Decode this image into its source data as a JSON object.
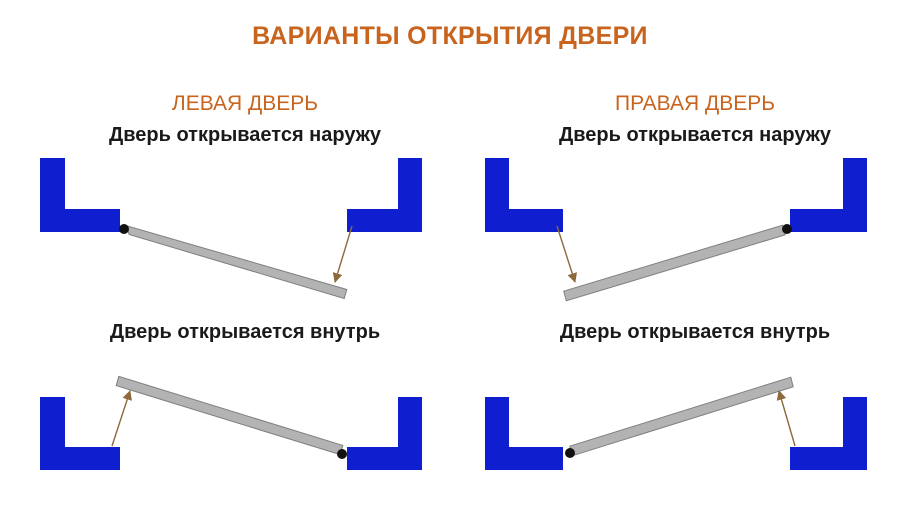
{
  "title": "ВАРИАНТЫ ОТКРЫТИЯ ДВЕРИ",
  "columns": {
    "left": "ЛЕВАЯ ДВЕРЬ",
    "right": "ПРАВАЯ ДВЕРЬ"
  },
  "captions": {
    "outward": "Дверь открывается наружу",
    "inward": "Дверь открывается внутрь"
  },
  "colors": {
    "frame": "#0f1fd0",
    "door": "#b3b3b3",
    "door_edge": "#7f7f7f",
    "hinge": "#111111",
    "arrow": "#8c6a3c",
    "accent": "#c8641e",
    "text": "#1a1a1a"
  }
}
